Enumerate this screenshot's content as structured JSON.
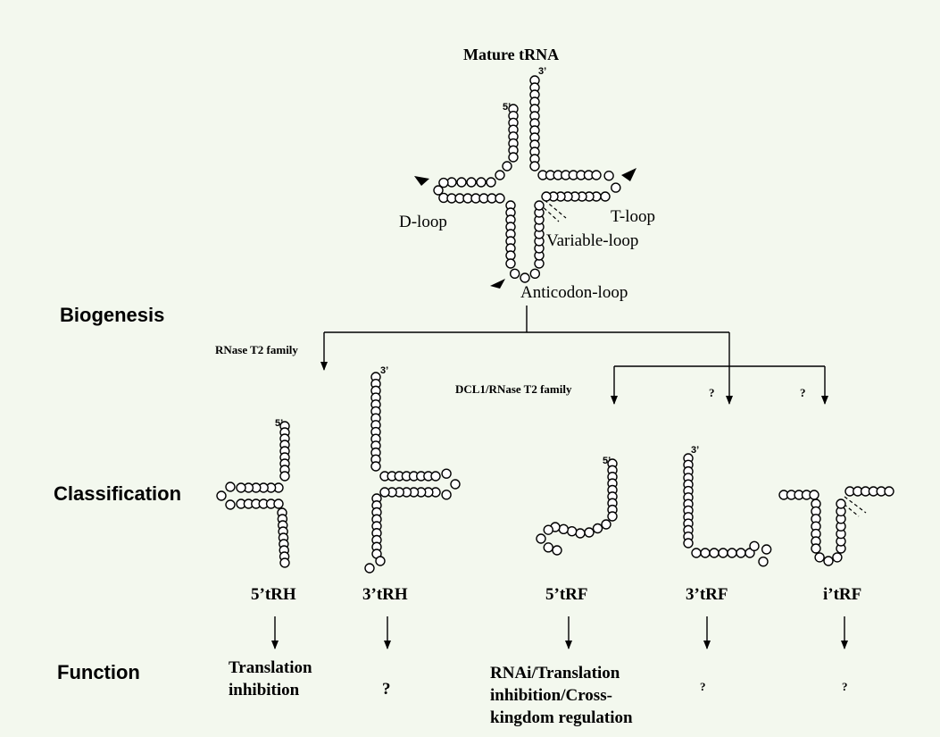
{
  "title": "Mature tRNA",
  "ends": {
    "three": "3’",
    "five": "5’"
  },
  "loops": {
    "d": "D-loop",
    "t": "T-loop",
    "variable": "Variable-loop",
    "anticodon": "Anticodon-loop"
  },
  "sections": {
    "biogenesis": "Biogenesis",
    "classification": "Classification",
    "function": "Function"
  },
  "enzymes": {
    "rnase": "RNase T2 family",
    "dcl": "DCL1/RNase T2 family",
    "unknown_a": "?",
    "unknown_b": "?"
  },
  "classes": [
    "5’tRH",
    "3’tRH",
    "5’tRF",
    "3’tRF",
    "i’tRF"
  ],
  "functions": [
    "Translation inhibition",
    "?",
    "RNAi/Translation inhibition/Cross-kingdom regulation",
    "?",
    "?"
  ]
}
